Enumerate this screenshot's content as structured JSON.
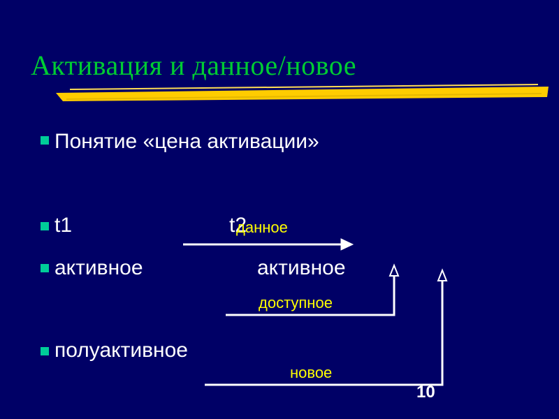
{
  "slide": {
    "title": "Активация и данное/новое",
    "bullets": [
      {
        "text": "Понятие «цена активации»"
      },
      {
        "text": "t1"
      },
      {
        "text": "активное"
      },
      {
        "text": "полуактивное"
      }
    ],
    "labels": {
      "t2": "t2",
      "right_active": "активное",
      "given": "данное",
      "accessible": "доступное",
      "new": "новое"
    },
    "page_number": "10",
    "colors": {
      "background": "#000066",
      "title": "#00cc33",
      "title_underline": "#ffcc00",
      "bullet": "#00cc99",
      "body_text": "#ffffff",
      "label_text": "#ffff00"
    }
  }
}
